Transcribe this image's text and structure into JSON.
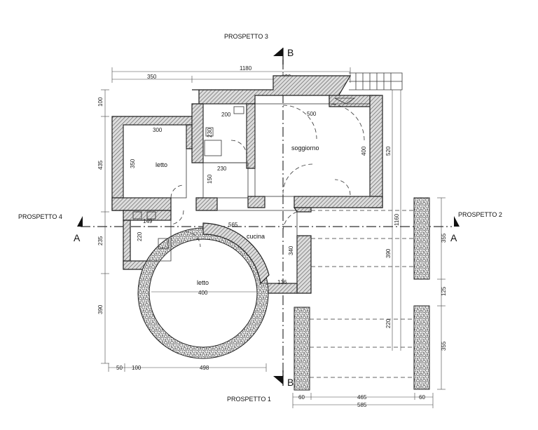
{
  "elevations": {
    "top": "PROSPETTO 3",
    "bottom": "PROSPETTO 1",
    "left": "PROSPETTO 4",
    "right": "PROSPETTO 2"
  },
  "sections": {
    "b_top": "B",
    "b_bottom": "B",
    "a_left": "A",
    "a_right": "A"
  },
  "rooms": {
    "letto_nw": "letto",
    "soggiorno": "soggiorno",
    "cucina": "cucina",
    "letto_round": "letto"
  },
  "dimensions": {
    "top_total": "1180",
    "top_left": "350",
    "top_right": "930",
    "bath_w": "200",
    "bath_h": "230",
    "letto_w": "300",
    "letto_h": "350",
    "hall_w": "230",
    "hall_h": "150",
    "sogg_w": "500",
    "sogg_h": "400",
    "right_520": "520",
    "right_1160": "1160",
    "right_390": "390",
    "right_220": "220",
    "far_355_top": "355",
    "far_125": "125",
    "far_355_bottom": "355",
    "left_100": "100",
    "left_435": "435",
    "left_235": "235",
    "left_390": "390",
    "wc_149": "149",
    "wc_220": "220",
    "cucina_565": "565",
    "cucina_340": "340",
    "round_400": "400",
    "round_136": "136",
    "bottom_50": "50",
    "bottom_100": "100",
    "bottom_498": "498",
    "bottom_60_left": "60",
    "bottom_465": "465",
    "bottom_60_right": "60",
    "bottom_585": "585"
  }
}
